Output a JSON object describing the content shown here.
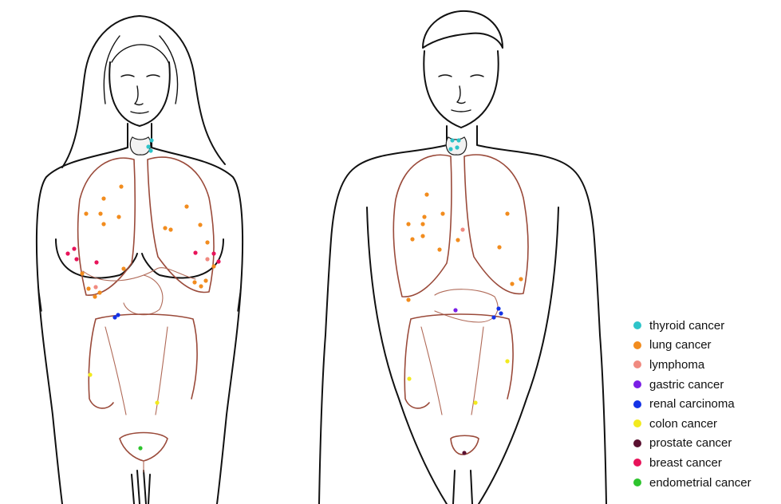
{
  "legend": {
    "items": [
      {
        "key": "thyroid",
        "label": "thyroid cancer",
        "color": "#2ec4c9"
      },
      {
        "key": "lung",
        "label": "lung cancer",
        "color": "#f28c1e"
      },
      {
        "key": "lymphoma",
        "label": "lymphoma",
        "color": "#f08a80"
      },
      {
        "key": "gastric",
        "label": "gastric cancer",
        "color": "#7a1fe6"
      },
      {
        "key": "renal",
        "label": "renal carcinoma",
        "color": "#1433e6"
      },
      {
        "key": "colon",
        "label": "colon cancer",
        "color": "#f2ea1e"
      },
      {
        "key": "prostate",
        "label": "prostate cancer",
        "color": "#5a1030"
      },
      {
        "key": "breast",
        "label": "breast cancer",
        "color": "#e8135a"
      },
      {
        "key": "endometrial",
        "label": "endometrial cancer",
        "color": "#2ec42e"
      }
    ]
  },
  "figures": [
    {
      "key": "female",
      "icon": "female-body-illustration"
    },
    {
      "key": "male",
      "icon": "male-body-illustration"
    }
  ],
  "colors": {
    "outline": "#111111",
    "organ_outline": "#9a4a3a"
  }
}
